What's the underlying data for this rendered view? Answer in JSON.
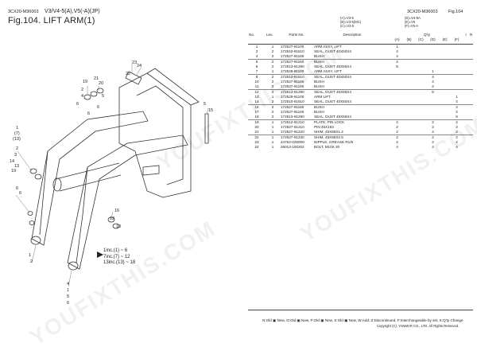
{
  "header": {
    "model_code": "3CX20-M36003",
    "subtitle": "V3/V4-5(A),V5(-A)(JP)",
    "fig_title": "Fig.104.  LIFT ARM(1)",
    "code_right": "3CX20-M36003",
    "fig_right": "Fig.104"
  },
  "legend": {
    "left": [
      "(A)=V3-5",
      "(B)=V3-5(MC)",
      "(C)=V3-5"
    ],
    "right": [
      "(D)=V4-5A",
      "(E)=V5",
      "(F)=V5-A"
    ]
  },
  "table": {
    "headers": {
      "no": "No.",
      "lev": "Lev.",
      "parts_no": "Parts No.",
      "description": "Description",
      "qty": "Q'ty",
      "i": "I",
      "r": "R",
      "qty_cols": [
        "(A)",
        "(B)",
        "(C)",
        "(D)",
        "(E)",
        "(F)"
      ]
    },
    "rows": [
      {
        "no": "1",
        "lev": "1",
        "part": "172527-91100",
        "desc": "ARM ASSY, LIFT",
        "q": [
          "1",
          "",
          "",
          "",
          "",
          ""
        ],
        "sep": false
      },
      {
        "no": "2",
        "lev": "2",
        "part": "172510-81510",
        "desc": "SEAL, DUST 40X50X4",
        "q": [
          "4",
          "",
          "",
          "",
          "",
          ""
        ],
        "sep": false
      },
      {
        "no": "4",
        "lev": "2",
        "part": "172527-91180",
        "desc": "BUSH",
        "q": [
          "4",
          "",
          "",
          "",
          "",
          ""
        ],
        "sep": false
      },
      {
        "no": "5",
        "lev": "2",
        "part": "172527-91160",
        "desc": "BUSH",
        "q": [
          "2",
          "",
          "",
          "",
          "",
          ""
        ],
        "sep": true
      },
      {
        "no": "6",
        "lev": "2",
        "part": "172513-91290",
        "desc": "SEAL, DUST 45X55X4",
        "q": [
          "8",
          "",
          "",
          "",
          "",
          ""
        ],
        "sep": false
      },
      {
        "no": "7",
        "lev": "1",
        "part": "172528-91100",
        "desc": "ARM ASSY, LIFT",
        "q": [
          "",
          "",
          "",
          "1",
          "",
          ""
        ],
        "sep": false
      },
      {
        "no": "8",
        "lev": "2",
        "part": "172510-81510",
        "desc": "SEAL, DUST 40X50X4",
        "q": [
          "",
          "",
          "",
          "4",
          "",
          ""
        ],
        "sep": true
      },
      {
        "no": "10",
        "lev": "2",
        "part": "172527-91180",
        "desc": "BUSH",
        "q": [
          "",
          "",
          "",
          "4",
          "",
          ""
        ],
        "sep": false
      },
      {
        "no": "11",
        "lev": "2",
        "part": "172527-91190",
        "desc": "BUSH",
        "q": [
          "",
          "",
          "",
          "2",
          "",
          ""
        ],
        "sep": false
      },
      {
        "no": "12",
        "lev": "2",
        "part": "172513-91290",
        "desc": "SEAL, DUST 45X55X4",
        "q": [
          "",
          "",
          "",
          "8",
          "",
          ""
        ],
        "sep": true
      },
      {
        "no": "13",
        "lev": "1",
        "part": "172529-91100",
        "desc": "ARM LIFT",
        "q": [
          "",
          "",
          "",
          "",
          "",
          "1"
        ],
        "sep": false
      },
      {
        "no": "14",
        "lev": "2",
        "part": "172510-81510",
        "desc": "SEAL, DUST 40X50X4",
        "q": [
          "",
          "",
          "",
          "",
          "",
          "4"
        ],
        "sep": false
      },
      {
        "no": "16",
        "lev": "2",
        "part": "172527-91180",
        "desc": "BUSH",
        "q": [
          "",
          "",
          "",
          "",
          "",
          "4"
        ],
        "sep": true
      },
      {
        "no": "17",
        "lev": "2",
        "part": "172527-91190",
        "desc": "BUSH",
        "q": [
          "",
          "",
          "",
          "",
          "",
          "2"
        ],
        "sep": false
      },
      {
        "no": "18",
        "lev": "2",
        "part": "172513-91290",
        "desc": "SEAL, DUST 45X55X4",
        "q": [
          "",
          "",
          "",
          "",
          "",
          "8"
        ],
        "sep": false
      },
      {
        "no": "19",
        "lev": "1",
        "part": "172512-91210",
        "desc": "PLATE, PIN LOCK",
        "q": [
          "2",
          "",
          "",
          "2",
          "",
          "2"
        ],
        "sep": true
      },
      {
        "no": "20",
        "lev": "1",
        "part": "172527-91210",
        "desc": "PIN 45X153",
        "q": [
          "2",
          "",
          "",
          "2",
          "",
          "2"
        ],
        "sep": false
      },
      {
        "no": "21",
        "lev": "1",
        "part": "172527-91220",
        "desc": "SHIM, 45X65X1.2",
        "q": [
          "2",
          "",
          "",
          "2",
          "",
          "2"
        ],
        "sep": false
      },
      {
        "no": "22",
        "lev": "1",
        "part": "172527-91230",
        "desc": "SHIM, 45X65X2.5",
        "q": [
          "2",
          "",
          "",
          "2",
          "",
          "2"
        ],
        "sep": true
      },
      {
        "no": "23",
        "lev": "1",
        "part": "24764-026000",
        "desc": "NIPPLE, GREASE R1/8",
        "q": [
          "2",
          "",
          "",
          "2",
          "",
          "2"
        ],
        "sep": false
      },
      {
        "no": "24",
        "lev": "1",
        "part": "26013-100202",
        "desc": "BOLT, M10X 20",
        "q": [
          "4",
          "",
          "",
          "4",
          "",
          "4"
        ],
        "sep": false
      }
    ]
  },
  "footer": {
    "legend_line": "N:Old ▣ New, O:Old ▣ New, P:Old ▣ New, S:Old ▣ New, W:Add, Z:Discontinued, F:Interchangeable by set, K:Q'ty Change",
    "copyright": "Copyright (C). YANMAR CO., LTD. All Rights Reserved."
  },
  "drawing": {
    "callouts": [
      "23",
      "24",
      "22",
      "21",
      "20",
      "19",
      "2",
      "4",
      "5",
      "6",
      "6",
      "6",
      "1",
      "(7)",
      "(13)",
      "2",
      "3",
      "14",
      "13",
      "19",
      "6",
      "6",
      "5",
      "15",
      "16",
      "12",
      "18",
      "1",
      "2",
      "4",
      "1",
      "5",
      "6"
    ],
    "notes": [
      "1inc.(1) ~ 6",
      "7inc.(7) ~ 12",
      "13inc.(13) ~ 18"
    ],
    "watermark": "YOUFIXTHIS.COM"
  }
}
